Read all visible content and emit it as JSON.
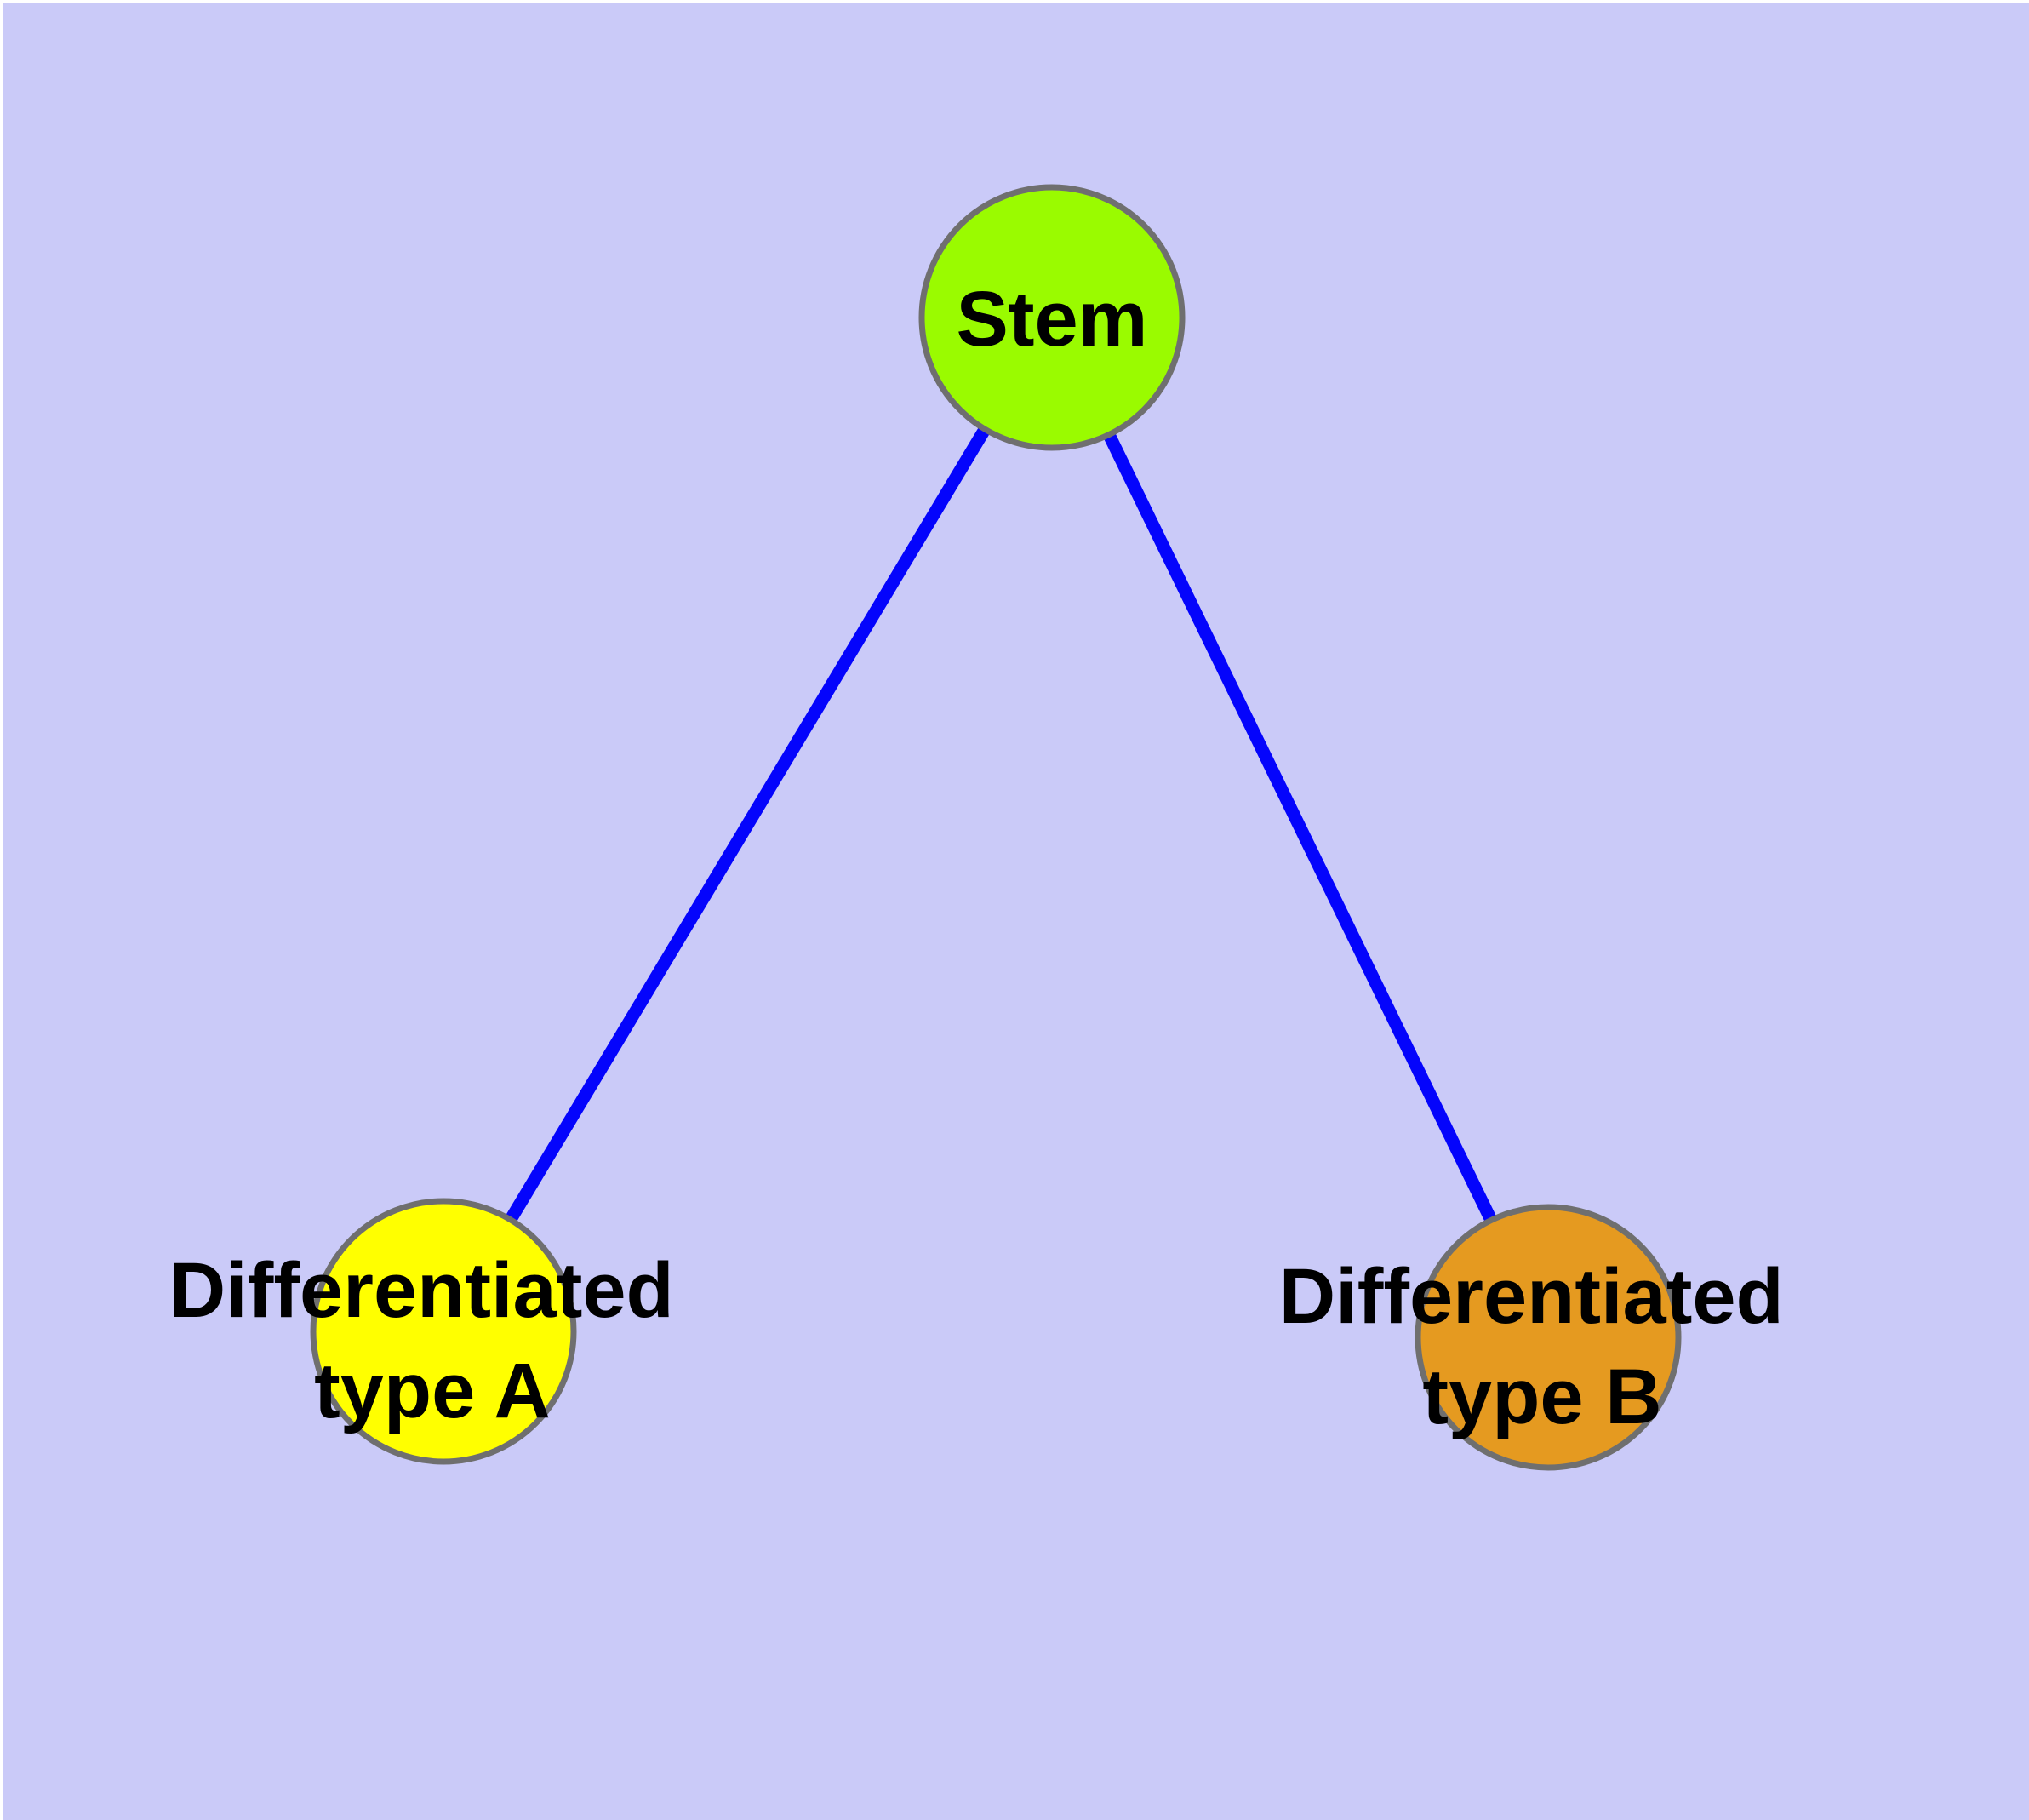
{
  "diagram": {
    "background_color": "#CACAF8",
    "frame_color": "#FFFFFF",
    "edge_color": "#0404FC",
    "node_border_color": "#6F6F6F",
    "label_color": "#000000",
    "nodes": [
      {
        "id": "stem",
        "label": "Stem",
        "fill_color": "#9AFB00"
      },
      {
        "id": "differentiated-type-a",
        "label_line1": "Differentiated",
        "label_line2": "type A",
        "fill_color": "#FFFF00"
      },
      {
        "id": "differentiated-type-b",
        "label_line1": "Differentiated",
        "label_line2": "type B",
        "fill_color": "#E59A20"
      }
    ],
    "edges": [
      {
        "from": "Stem",
        "to": "Differentiated type A"
      },
      {
        "from": "Stem",
        "to": "Differentiated type B"
      }
    ]
  }
}
